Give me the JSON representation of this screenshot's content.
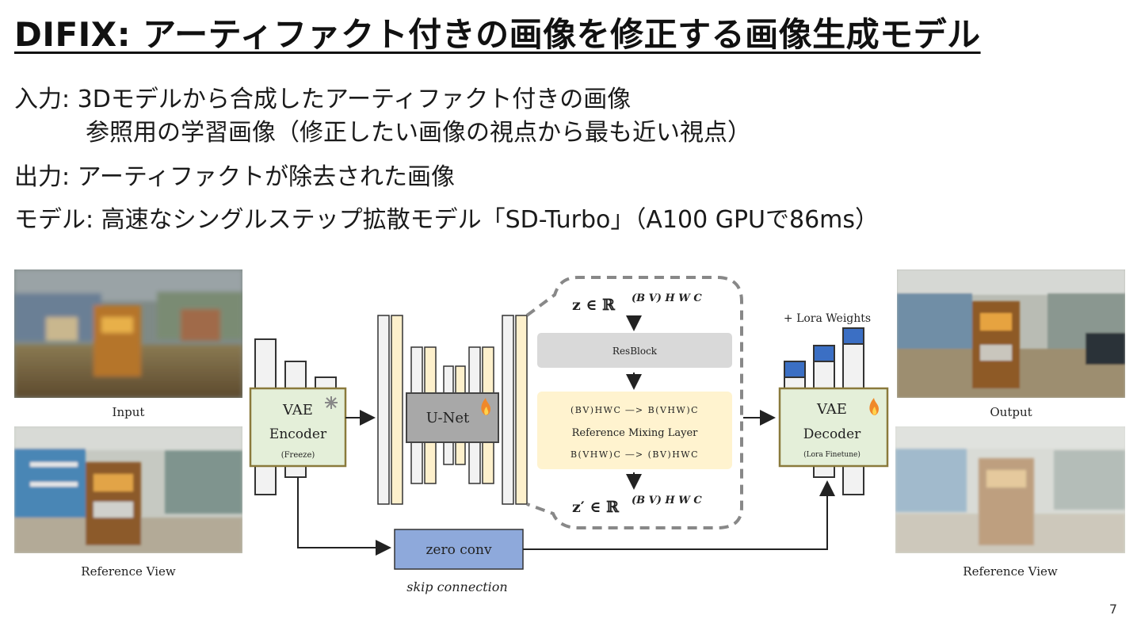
{
  "slide": {
    "title": "DIFIX: アーティファクト付きの画像を修正する画像生成モデル",
    "input_line": "入力: 3Dモデルから合成したアーティファクト付きの画像",
    "input_line2": "参照用の学習画像（修正したい画像の視点から最も近い視点）",
    "output_line": "出力: アーティファクトが除去された画像",
    "model_line": "モデル: 高速なシングルステップ拡散モデル「SD-Turbo」（A100 GPUで86ms）",
    "page_number": "7"
  },
  "diagram": {
    "input_label": "Input",
    "reference_view_left": "Reference View",
    "output_label": "Output",
    "reference_view_right": "Reference View",
    "encoder_title": "VAE",
    "encoder_sub": "Encoder",
    "encoder_note": "(Freeze)",
    "unet_label": "U-Net",
    "z_formula": "z ∈ ℝ",
    "z_superscript": "(B V) H W C",
    "resblock_label": "ResBlock",
    "mixing_line1": "(BV)HWC ―> B(VHW)C",
    "mixing_title": "Reference Mixing Layer",
    "mixing_line2": "B(VHW)C ―> (BV)HWC",
    "zprime_formula": "z′ ∈ ℝ",
    "zprime_superscript": "(B V) H W C",
    "lora_weights_label": "+ Lora Weights",
    "decoder_title": "VAE",
    "decoder_sub": "Decoder",
    "decoder_note": "(Lora Finetune)",
    "zero_conv_label": "zero conv",
    "skip_connection_label": "skip connection"
  },
  "colors": {
    "encoder_fill": "#e4efd9",
    "encoder_border": "#8a7a3c",
    "unet_fill": "#a8a8a8",
    "resblock_fill": "#d9d9d9",
    "mixing_fill": "#fff3cf",
    "zero_conv_fill": "#8ea9db",
    "lora_block": "#3b6fc4",
    "bar_cream": "#fdf0cc"
  },
  "icons": [
    "snowflake-icon",
    "flame-icon"
  ]
}
